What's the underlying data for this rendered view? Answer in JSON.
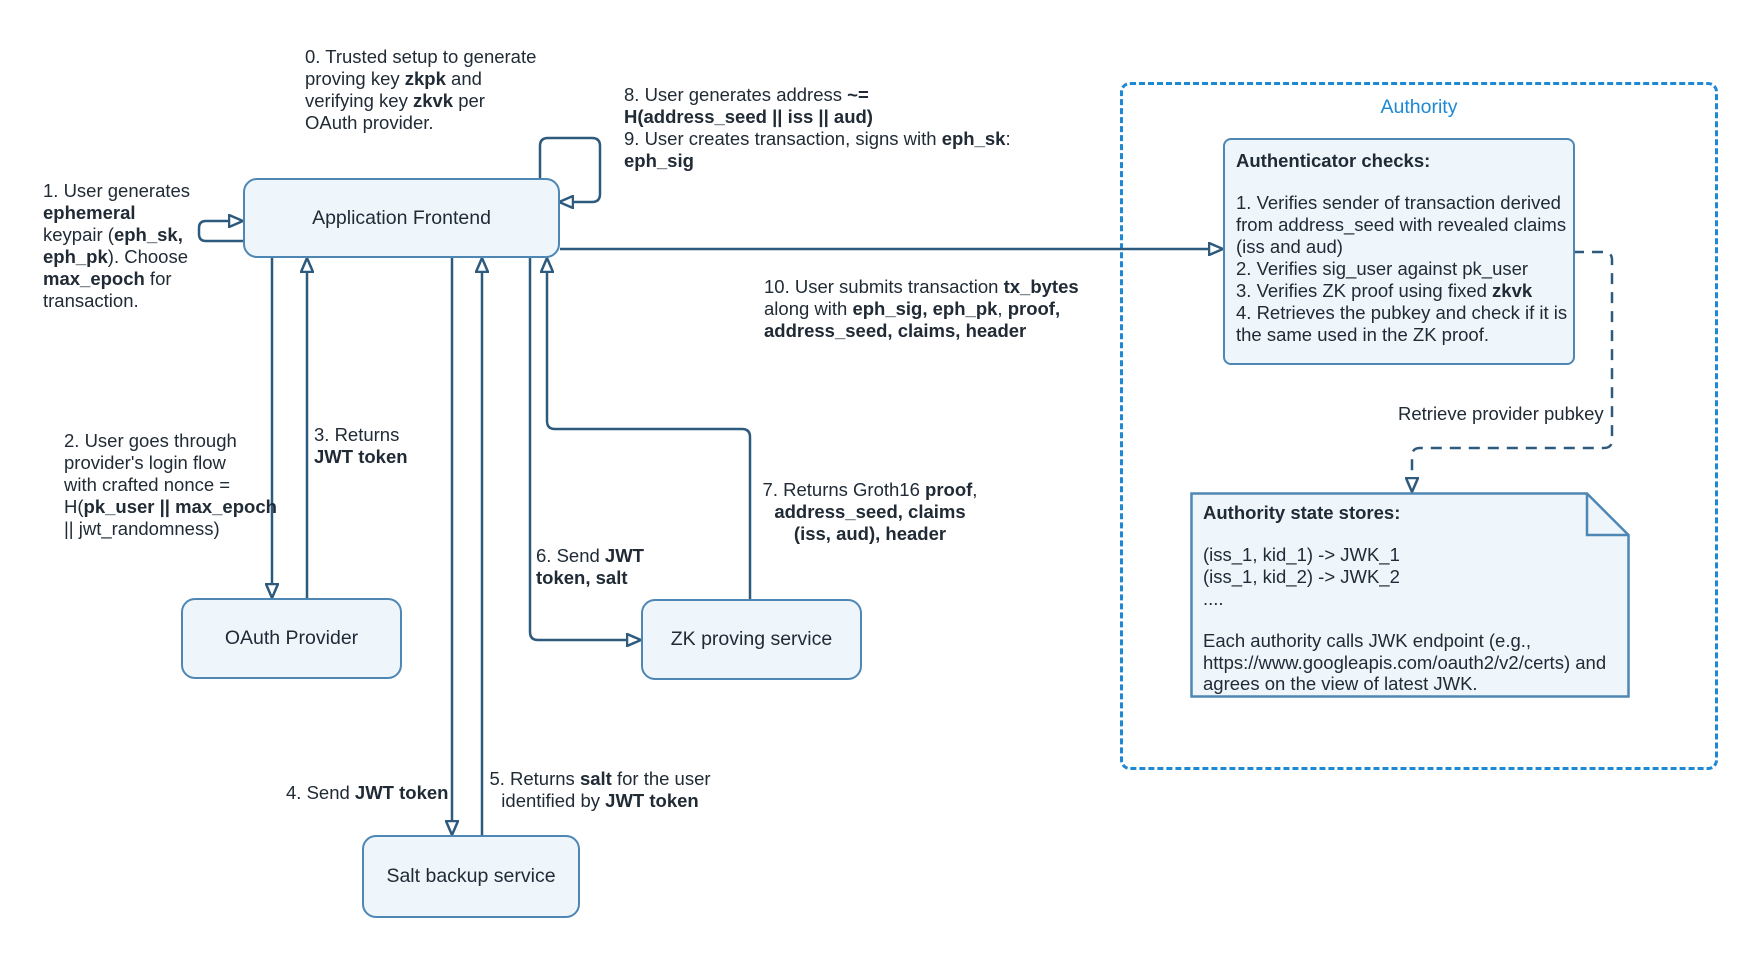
{
  "colors": {
    "node-fill": "#eef6fc",
    "node-border": "#4e86b4",
    "arrow": "#2d5a7d",
    "authority": "#1d88d3",
    "ink": "#202b36",
    "background": "#ffffff"
  },
  "nodes": {
    "frontend": "Application Frontend",
    "oauth_provider": "OAuth Provider",
    "zk_proving_service": "ZK proving service",
    "salt_backup_service": "Salt backup service"
  },
  "authority": {
    "title": "Authority",
    "retrieve_pubkey_label": "Retrieve provider pubkey",
    "authenticator_checks": [
      [
        {
          "t": "Authenticator checks:",
          "b": true
        }
      ],
      [
        ""
      ],
      [
        "1. Verifies sender of transaction derived"
      ],
      [
        "from address_seed with revealed claims"
      ],
      [
        "(iss and aud)"
      ],
      [
        "2. Verifies sig_user against pk_user"
      ],
      [
        "3. Verifies ZK proof using fixed ",
        {
          "t": "zkvk",
          "b": true
        }
      ],
      [
        "4. Retrieves the pubkey and check if it is"
      ],
      [
        "the same used in the ZK proof."
      ]
    ],
    "state_stores": [
      [
        {
          "t": "Authority state stores:",
          "b": true
        }
      ],
      [
        ""
      ],
      [
        "(iss_1, kid_1) -> JWK_1"
      ],
      [
        "(iss_1, kid_2) -> JWK_2"
      ],
      [
        "...."
      ],
      [
        ""
      ],
      [
        "Each authority calls JWK endpoint (e.g.,"
      ],
      [
        "https://www.googleapis.com/oauth2/v2/certs) and"
      ],
      [
        "agrees on the view of latest JWK."
      ]
    ]
  },
  "steps": {
    "step0": [
      [
        "0. Trusted setup to generate"
      ],
      [
        "proving key ",
        {
          "t": "zkpk",
          "b": true
        },
        " and"
      ],
      [
        "verifying key ",
        {
          "t": "zkvk",
          "b": true
        },
        " per"
      ],
      [
        "OAuth provider."
      ]
    ],
    "step1": [
      [
        "1. User generates"
      ],
      [
        {
          "t": "ephemeral",
          "b": true
        }
      ],
      [
        "keypair (",
        {
          "t": "eph_sk,",
          "b": true
        }
      ],
      [
        {
          "t": "eph_pk",
          "b": true
        },
        "). Choose"
      ],
      [
        {
          "t": "max_epoch",
          "b": true
        },
        " for"
      ],
      [
        "transaction."
      ]
    ],
    "step2": [
      [
        "2. User goes through"
      ],
      [
        "provider's login flow"
      ],
      [
        "with crafted nonce ="
      ],
      [
        "H(",
        {
          "t": "pk_user || max_epoch",
          "b": true
        }
      ],
      [
        "|| jwt_randomness)"
      ]
    ],
    "step3": [
      [
        "3. Returns"
      ],
      [
        {
          "t": "JWT token",
          "b": true
        }
      ]
    ],
    "step4": [
      [
        "4. Send ",
        {
          "t": "JWT token",
          "b": true
        }
      ]
    ],
    "step5": [
      [
        "5. Returns ",
        {
          "t": "salt",
          "b": true
        },
        " for the user"
      ],
      [
        "identified by ",
        {
          "t": "JWT token",
          "b": true
        }
      ]
    ],
    "step6": [
      [
        "6. Send ",
        {
          "t": "JWT",
          "b": true
        }
      ],
      [
        {
          "t": "token, salt",
          "b": true
        }
      ]
    ],
    "step7": [
      [
        "7. Returns Groth16 ",
        {
          "t": "proof",
          "b": true
        },
        ","
      ],
      [
        {
          "t": "address_seed, claims",
          "b": true
        }
      ],
      [
        {
          "t": "(iss, aud), header",
          "b": true
        }
      ]
    ],
    "step8_9": [
      [
        "8. User generates address ",
        {
          "t": "~=",
          "b": true
        }
      ],
      [
        {
          "t": "H(address_seed || iss || aud)",
          "b": true
        }
      ],
      [
        "9. User creates transaction, signs with ",
        {
          "t": "eph_sk",
          "b": true
        },
        ":"
      ],
      [
        {
          "t": "eph_sig",
          "b": true
        }
      ]
    ],
    "step10": [
      [
        "10. User submits transaction ",
        {
          "t": "tx_bytes",
          "b": true
        }
      ],
      [
        "along with ",
        {
          "t": "eph_sig, eph_pk",
          "b": true
        },
        ", ",
        {
          "t": "proof,",
          "b": true
        }
      ],
      [
        {
          "t": "address_seed, claims, header",
          "b": true
        }
      ]
    ]
  }
}
